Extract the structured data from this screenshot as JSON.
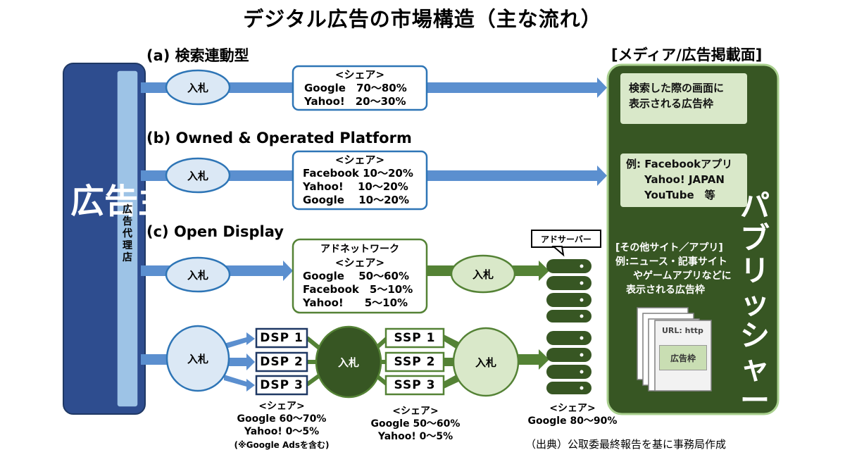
{
  "title": "デジタル広告の市場構造（主な流れ）",
  "advertiser": "広告主",
  "agency": "広告代理店",
  "publisher": "パブリッシャー",
  "media_title": "[メディア/広告掲載面]",
  "bid_label": "入札",
  "sections": {
    "a": {
      "title": "(a) 検索連動型",
      "share_heading": "<シェア>",
      "share_lines": [
        "Google　70～80%",
        "Yahoo!　20～30%"
      ]
    },
    "b": {
      "title": "(b) Owned & Operated Platform",
      "share_heading": "<シェア>",
      "share_lines": [
        "Facebook 10～20%",
        "Yahoo!　 10～20%",
        "Google　 10～20%"
      ]
    },
    "c": {
      "title": "(c) Open Display",
      "box_heading": "アドネットワーク",
      "share_heading": "<シェア>",
      "share_lines": [
        "Google　 50～60%",
        "Facebook　5～10%",
        "Yahoo!　　5～10%"
      ]
    }
  },
  "ad_server_label": "アドサーバー",
  "dsp_boxes": [
    "DSP 1",
    "DSP 2",
    "DSP 3"
  ],
  "ssp_boxes": [
    "SSP 1",
    "SSP 2",
    "SSP 3"
  ],
  "dsp_share": {
    "heading": "<シェア>",
    "lines": [
      "Google 60～70%",
      "Yahoo! 0～5%"
    ],
    "note": "(※Google Adsを含む)"
  },
  "ssp_share": {
    "heading": "<シェア>",
    "lines": [
      "Google 50～60%",
      "Yahoo! 0～5%"
    ]
  },
  "server_share": {
    "heading": "<シェア>",
    "lines": [
      "Google 80～90%"
    ]
  },
  "media": {
    "search": [
      "検索した際の画面に",
      "表示される広告枠"
    ],
    "oo": [
      "例: Facebookアプリ",
      "Yahoo! JAPAN",
      "YouTube　等"
    ],
    "other": [
      "[その他サイト／アプリ]",
      "例:ニュース・記事サイト",
      "やゲームアプリなどに",
      "表示される広告枠"
    ],
    "page_url": "URL: http",
    "page_slot": "広告枠"
  },
  "source": "（出典）公取委最終報告を基に事務局作成",
  "colors": {
    "advertiser": "#2e4d8f",
    "agency": "#9dc3e6",
    "blue_arrow": "#5b8fcf",
    "blue_ellipse": "#dbe8f5",
    "green_dark": "#375623",
    "green_border": "#70ad47",
    "green_light": "#d9e8c9",
    "green_arrow": "#548235"
  }
}
